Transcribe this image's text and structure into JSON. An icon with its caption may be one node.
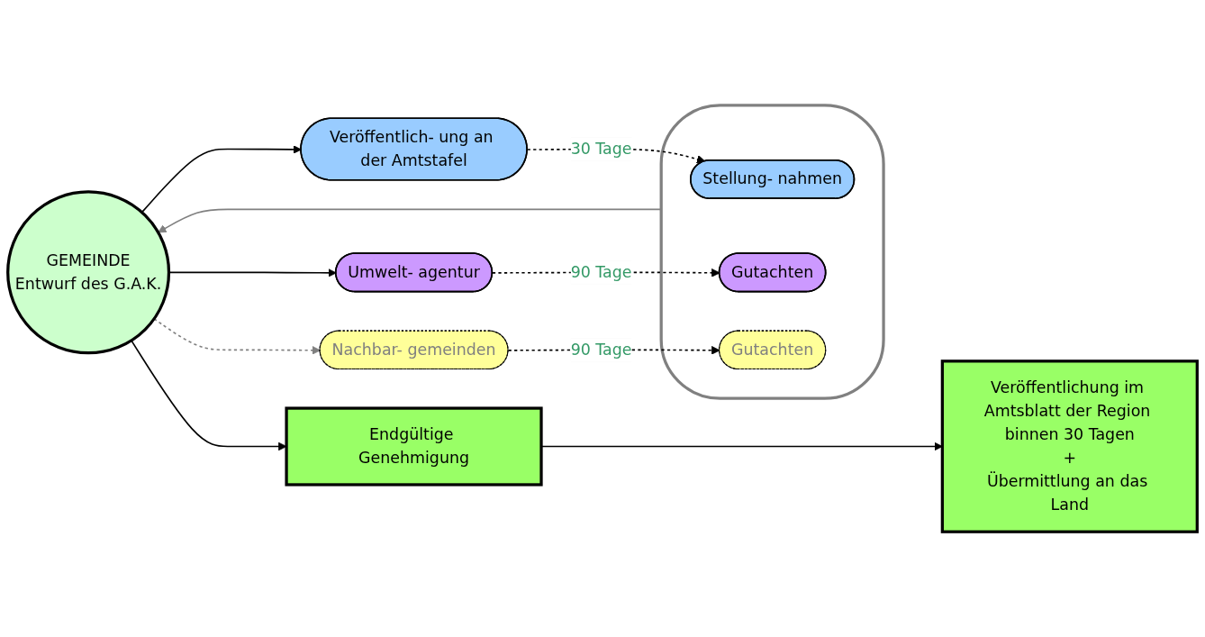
{
  "diagram": {
    "nodes": [
      {
        "text": [
          "GEMEINDE",
          "Entwurf des G.A.K."
        ]
      },
      {
        "text": [
          "Endgültige Genehmigung"
        ]
      },
      {
        "text": [
          "Veröffentlichung im Amtsblatt der Region binnen 30 Tagen",
          "+",
          "Übermittlung an das Land"
        ]
      },
      {
        "text": [
          "Veröffentlich- ung an der Amtstafel"
        ]
      },
      {
        "text": [
          "Umwelt- agentur"
        ]
      },
      {
        "text": [
          "Nachbar- gemeinden"
        ]
      },
      {
        "text": [],
        "shape": "box"
      },
      {
        "text": [
          "Stellung- nahmen"
        ],
        "in": 6
      },
      {
        "text": [
          "Gutachten"
        ],
        "in": 6
      },
      {
        "text": [
          "Gutachten"
        ],
        "in": 6
      }
    ],
    "edges": [
      {
        "from": 0,
        "to": 1,
        "arrow": "to"
      },
      {
        "from": 1,
        "to": 2,
        "arrow": "to"
      },
      {
        "from": 0,
        "to": 3,
        "arrow": "to"
      },
      {
        "from": 0,
        "to": 4,
        "arrow": "to"
      },
      {
        "from": 0,
        "to": 5,
        "arrow": "to",
        "style": "dashed",
        "color": "#808080"
      },
      {
        "from": 3,
        "to": 7,
        "arrow": "to",
        "label": "30 Tage",
        "style": "dashed"
      },
      {
        "from": 4,
        "to": 8,
        "arrow": "to",
        "label": "90 Tage",
        "style": "dashed"
      },
      {
        "from": 5,
        "to": 9,
        "arrow": "to",
        "label": "90 Tage",
        "style": "dashed"
      },
      {
        "from": 6,
        "to": 0,
        "arrow": "to",
        "color": "#808080"
      }
    ]
  }
}
